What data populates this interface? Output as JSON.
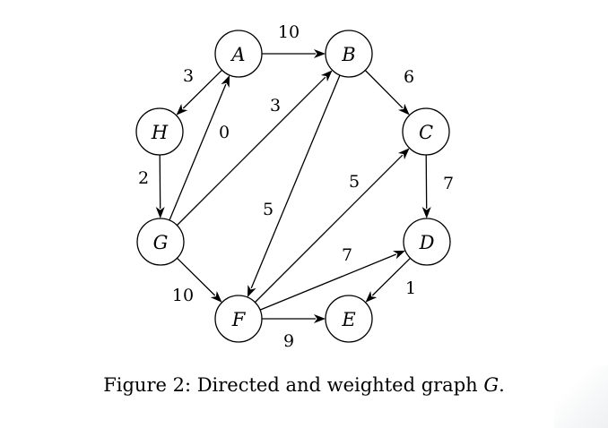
{
  "graph": {
    "nodes": [
      {
        "id": "A",
        "label": "A"
      },
      {
        "id": "B",
        "label": "B"
      },
      {
        "id": "C",
        "label": "C"
      },
      {
        "id": "D",
        "label": "D"
      },
      {
        "id": "E",
        "label": "E"
      },
      {
        "id": "F",
        "label": "F"
      },
      {
        "id": "G",
        "label": "G"
      },
      {
        "id": "H",
        "label": "H"
      }
    ],
    "edges": [
      {
        "from": "A",
        "to": "B",
        "weight": "10"
      },
      {
        "from": "A",
        "to": "H",
        "weight": "3"
      },
      {
        "from": "G",
        "to": "A",
        "weight": "0"
      },
      {
        "from": "H",
        "to": "G",
        "weight": "2"
      },
      {
        "from": "G",
        "to": "B",
        "weight": "3"
      },
      {
        "from": "B",
        "to": "C",
        "weight": "6"
      },
      {
        "from": "B",
        "to": "F",
        "weight": "5"
      },
      {
        "from": "F",
        "to": "C",
        "weight": "5"
      },
      {
        "from": "C",
        "to": "D",
        "weight": "7"
      },
      {
        "from": "F",
        "to": "D",
        "weight": "7"
      },
      {
        "from": "D",
        "to": "E",
        "weight": "1"
      },
      {
        "from": "G",
        "to": "F",
        "weight": "10"
      },
      {
        "from": "F",
        "to": "E",
        "weight": "9"
      }
    ]
  },
  "caption": {
    "prefix": "Figure 2: Directed and weighted graph ",
    "variable": "G",
    "suffix": "."
  }
}
